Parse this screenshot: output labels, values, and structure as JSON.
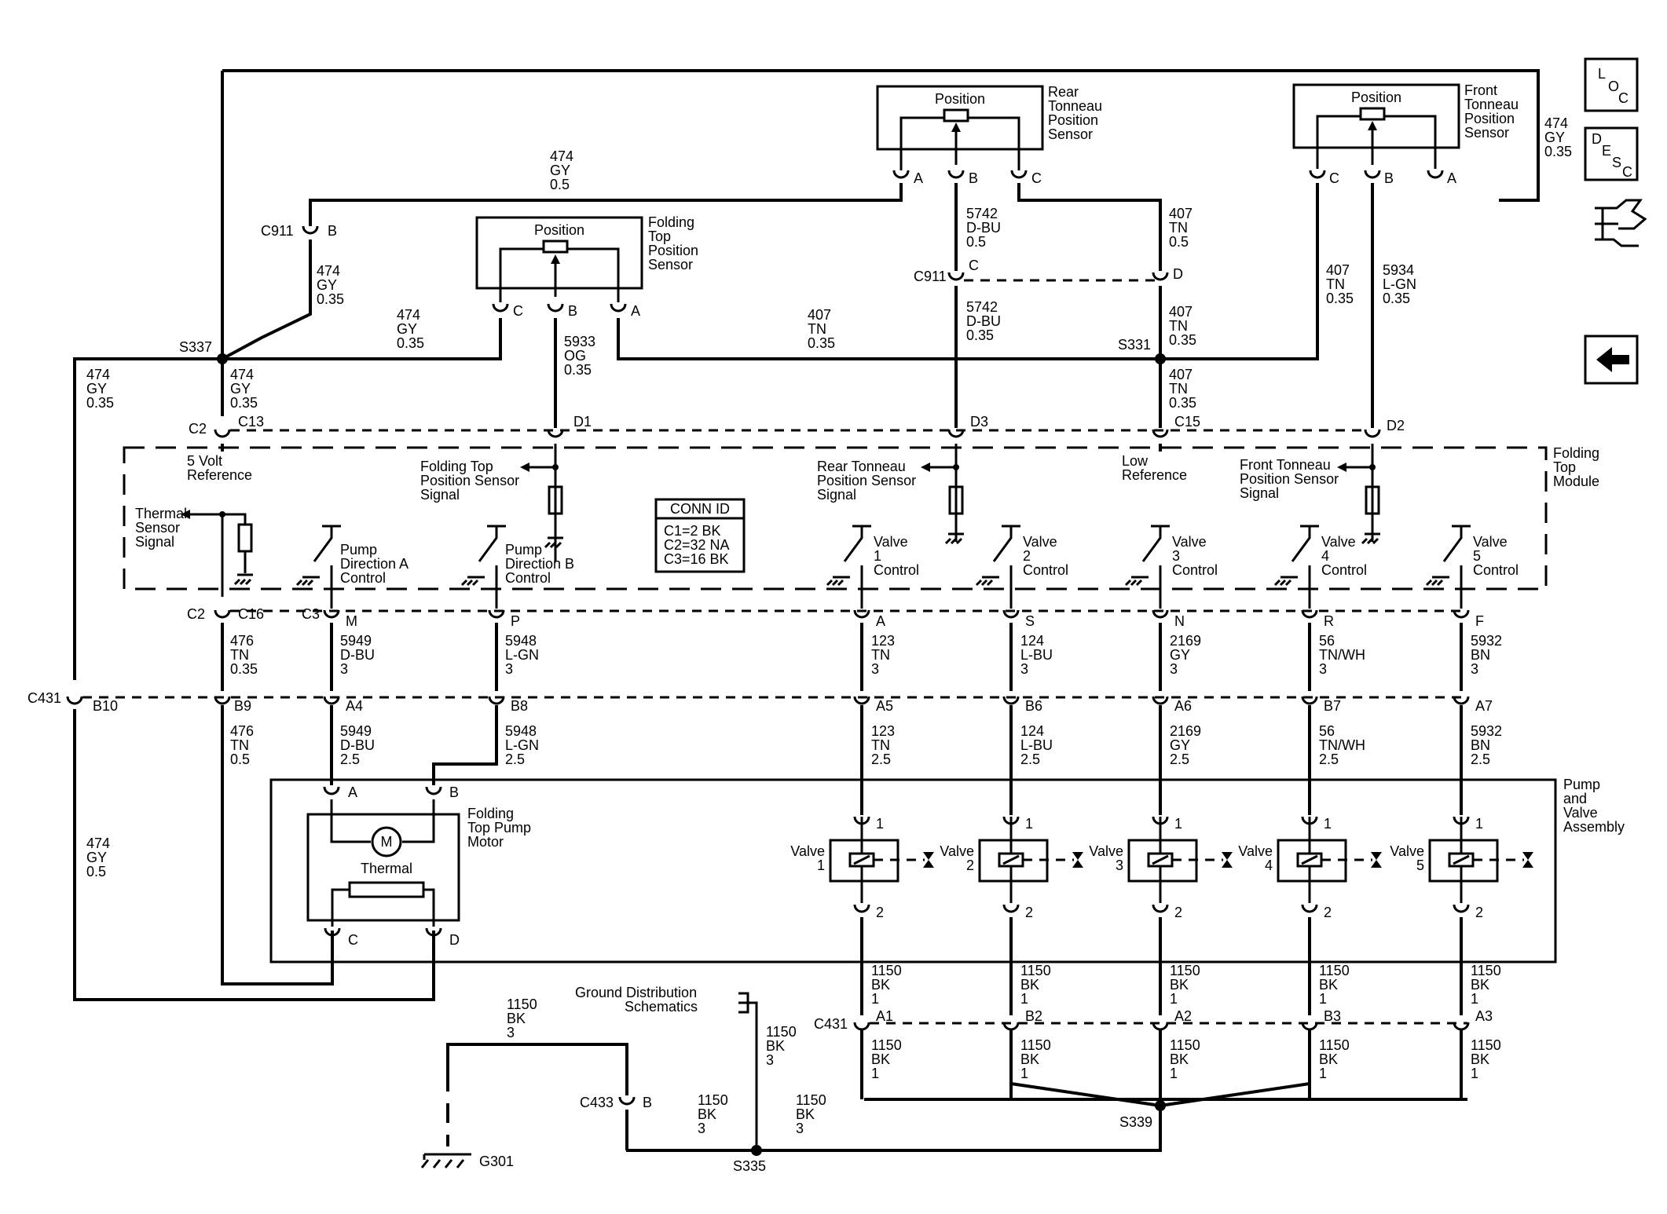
{
  "nav": {
    "loc_letters": [
      "L",
      "O",
      "C"
    ],
    "desc_letters": [
      "D",
      "E",
      "S",
      "C"
    ]
  },
  "components": {
    "rear_sensor": {
      "label": "Position",
      "name": [
        "Rear",
        "Tonneau",
        "Position",
        "Sensor"
      ],
      "pins": [
        "A",
        "B",
        "C"
      ]
    },
    "front_sensor": {
      "label": "Position",
      "name": [
        "Front",
        "Tonneau",
        "Position",
        "Sensor"
      ],
      "pins": [
        "C",
        "B",
        "A"
      ]
    },
    "folding_sensor": {
      "label": "Position",
      "name": [
        "Folding",
        "Top",
        "Position",
        "Sensor"
      ],
      "pins": [
        "C",
        "B",
        "A"
      ]
    },
    "module": {
      "name": [
        "Folding",
        "Top",
        "Module"
      ]
    },
    "pump_valve": {
      "name": [
        "Pump",
        "and",
        "Valve",
        "Assembly"
      ]
    },
    "pump_motor": {
      "name": [
        "Folding",
        "Top Pump",
        "Motor"
      ],
      "motor": "M",
      "thermal": "Thermal",
      "pins": [
        "A",
        "B",
        "C",
        "D"
      ]
    },
    "conn_id": {
      "title": "CONN ID",
      "rows": [
        "C1=2 BK",
        "C2=32 NA",
        "C3=16 BK"
      ]
    }
  },
  "module_signals": {
    "five_volt": [
      "5 Volt",
      "Reference"
    ],
    "folding_sig": [
      "Folding Top",
      "Position Sensor",
      "Signal"
    ],
    "rear_sig": [
      "Rear Tonneau",
      "Position Sensor",
      "Signal"
    ],
    "low_ref": [
      "Low",
      "Reference"
    ],
    "front_sig": [
      "Front Tonneau",
      "Position Sensor",
      "Signal"
    ],
    "thermal_sig": [
      "Thermal",
      "Sensor",
      "Signal"
    ],
    "pump_a": [
      "Pump",
      "Direction A",
      "Control"
    ],
    "pump_b": [
      "Pump",
      "Direction B",
      "Control"
    ]
  },
  "valves": [
    {
      "ctrl": [
        "Valve",
        "1",
        "Control"
      ],
      "pin": "A",
      "w1": [
        "123",
        "TN",
        "3"
      ],
      "c431": "A5",
      "w2": [
        "123",
        "TN",
        "2.5"
      ],
      "name": [
        "Valve",
        "1"
      ],
      "gpin": "A1"
    },
    {
      "ctrl": [
        "Valve",
        "2",
        "Control"
      ],
      "pin": "S",
      "w1": [
        "124",
        "L-BU",
        "3"
      ],
      "c431": "B6",
      "w2": [
        "124",
        "L-BU",
        "2.5"
      ],
      "name": [
        "Valve",
        "2"
      ],
      "gpin": "B2"
    },
    {
      "ctrl": [
        "Valve",
        "3",
        "Control"
      ],
      "pin": "N",
      "w1": [
        "2169",
        "GY",
        "3"
      ],
      "c431": "A6",
      "w2": [
        "2169",
        "GY",
        "2.5"
      ],
      "name": [
        "Valve",
        "3"
      ],
      "gpin": "A2"
    },
    {
      "ctrl": [
        "Valve",
        "4",
        "Control"
      ],
      "pin": "R",
      "w1": [
        "56",
        "TN/WH",
        "3"
      ],
      "c431": "B7",
      "w2": [
        "56",
        "TN/WH",
        "2.5"
      ],
      "name": [
        "Valve",
        "4"
      ],
      "gpin": "B3"
    },
    {
      "ctrl": [
        "Valve",
        "5",
        "Control"
      ],
      "pin": "F",
      "w1": [
        "5932",
        "BN",
        "3"
      ],
      "c431": "A7",
      "w2": [
        "5932",
        "BN",
        "2.5"
      ],
      "name": [
        "Valve",
        "5"
      ],
      "gpin": "A3"
    }
  ],
  "valve_pins": [
    "1",
    "2"
  ],
  "ground_wire": [
    "1150",
    "BK",
    "1"
  ],
  "connectors": {
    "c911": "C911",
    "c431": "C431",
    "c433": "C433",
    "c2": "C2",
    "c3": "C3",
    "s337": "S337",
    "s331": "S331",
    "s339": "S339",
    "s335": "S335",
    "g301": "G301",
    "c13": "C13",
    "c16": "C16",
    "c15": "C15",
    "d1": "D1",
    "d2": "D2",
    "d3": "D3",
    "m": "M",
    "p": "P",
    "b10": "B10",
    "b9": "B9",
    "a4": "A4",
    "b8": "B8",
    "a1": "A1",
    "c911_b": "B",
    "c911_c": "C",
    "c911_d": "D",
    "c433_b": "B"
  },
  "wires": {
    "top474": [
      "474",
      "GY",
      "0.5"
    ],
    "w474_035a": [
      "474",
      "GY",
      "0.35"
    ],
    "w474_035b": [
      "474",
      "GY",
      "0.35"
    ],
    "w474_035c": [
      "474",
      "GY",
      "0.35"
    ],
    "w474_035d": [
      "474",
      "GY",
      "0.35"
    ],
    "w474_035e": [
      "474",
      "GY",
      "0.35"
    ],
    "w474_05": [
      "474",
      "GY",
      "0.5"
    ],
    "w5742a": [
      "5742",
      "D-BU",
      "0.5"
    ],
    "w5742b": [
      "5742",
      "D-BU",
      "0.35"
    ],
    "w407a": [
      "407",
      "TN",
      "0.5"
    ],
    "w407b": [
      "407",
      "TN",
      "0.35"
    ],
    "w407c": [
      "407",
      "TN",
      "0.35"
    ],
    "w407d": [
      "407",
      "TN",
      "0.35"
    ],
    "w407e": [
      "407",
      "TN",
      "0.35"
    ],
    "w5934": [
      "5934",
      "L-GN",
      "0.35"
    ],
    "w5933": [
      "5933",
      "OG",
      "0.35"
    ],
    "w476a": [
      "476",
      "TN",
      "0.35"
    ],
    "w476b": [
      "476",
      "TN",
      "0.5"
    ],
    "w5949a": [
      "5949",
      "D-BU",
      "3"
    ],
    "w5949b": [
      "5949",
      "D-BU",
      "2.5"
    ],
    "w5948a": [
      "5948",
      "L-GN",
      "3"
    ],
    "w5948b": [
      "5948",
      "L-GN",
      "2.5"
    ],
    "g1150a": [
      "1150",
      "BK",
      "3"
    ],
    "g1150b": [
      "1150",
      "BK",
      "3"
    ],
    "g1150c": [
      "1150",
      "BK",
      "3"
    ],
    "g1150d": [
      "1150",
      "BK",
      "3"
    ]
  },
  "ground_dist": [
    "Ground Distribution",
    "Schematics"
  ]
}
